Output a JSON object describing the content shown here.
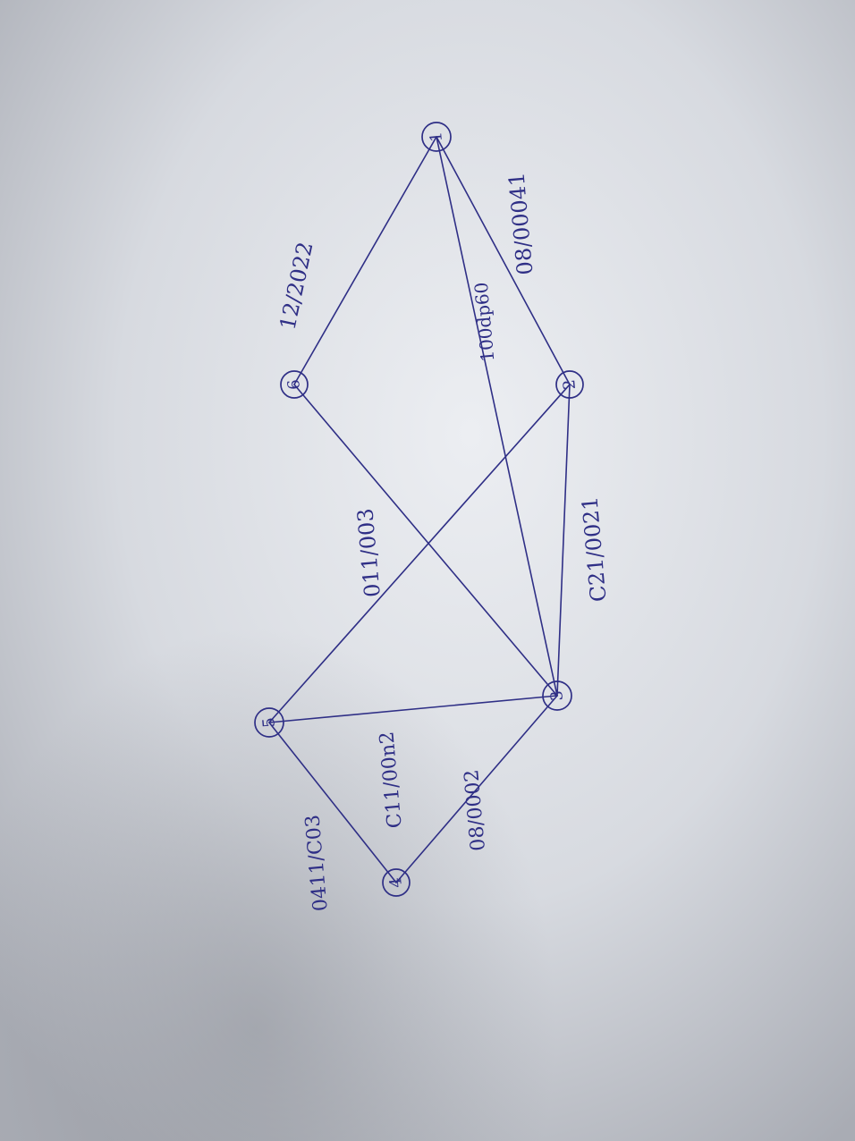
{
  "diagram": {
    "colors": {
      "ink": "#2f2f86",
      "paper_light": "#eceef2",
      "paper_mid": "#d7dae0",
      "paper_dark": "#9a9da6"
    },
    "nodes": [
      {
        "id": "n1",
        "label": "1"
      },
      {
        "id": "n6",
        "label": "6"
      },
      {
        "id": "n2",
        "label": "2"
      },
      {
        "id": "n5",
        "label": "5"
      },
      {
        "id": "n3",
        "label": "3"
      },
      {
        "id": "n4",
        "label": "4"
      }
    ],
    "edges": [
      {
        "id": "e-1-6",
        "from": "n1",
        "to": "n6",
        "label": "12/2022"
      },
      {
        "id": "e-1-2",
        "from": "n1",
        "to": "n2",
        "label": "08/00041"
      },
      {
        "id": "e-1-3",
        "from": "n1",
        "to": "n3",
        "label": "100dp60"
      },
      {
        "id": "e-6-3",
        "from": "n6",
        "to": "n3",
        "label": ""
      },
      {
        "id": "e-2-5",
        "from": "n2",
        "to": "n5",
        "label": "011/003"
      },
      {
        "id": "e-2-3",
        "from": "n2",
        "to": "n3",
        "label": "C21/0021"
      },
      {
        "id": "e-5-3",
        "from": "n5",
        "to": "n3",
        "label": "C11/00n2"
      },
      {
        "id": "e-5-4",
        "from": "n5",
        "to": "n4",
        "label": "0411/C03"
      },
      {
        "id": "e-4-3",
        "from": "n4",
        "to": "n3",
        "label": "08/0002"
      }
    ]
  }
}
